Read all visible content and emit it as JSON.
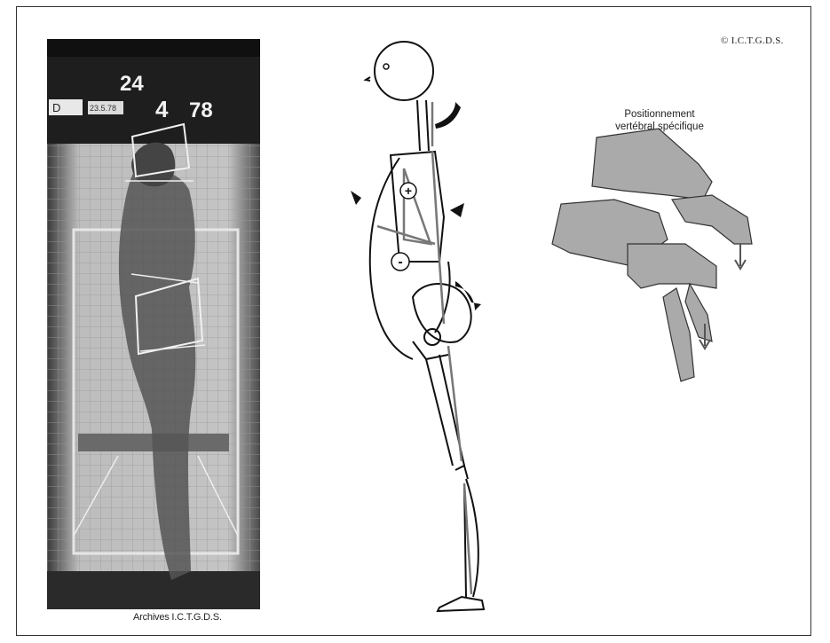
{
  "copyright": "© I.C.T.G.D.S.",
  "photo": {
    "caption": "Archives I.C.T.G.D.S.",
    "board_numbers": [
      "24",
      "4",
      "78"
    ],
    "board_small": "D",
    "board_date": "23.5.78"
  },
  "diagram": {
    "plus_symbol": "+",
    "minus_symbol": "-"
  },
  "vertebrae": {
    "title_line1": "Positionnement",
    "title_line2": "vertébral spécifique"
  }
}
